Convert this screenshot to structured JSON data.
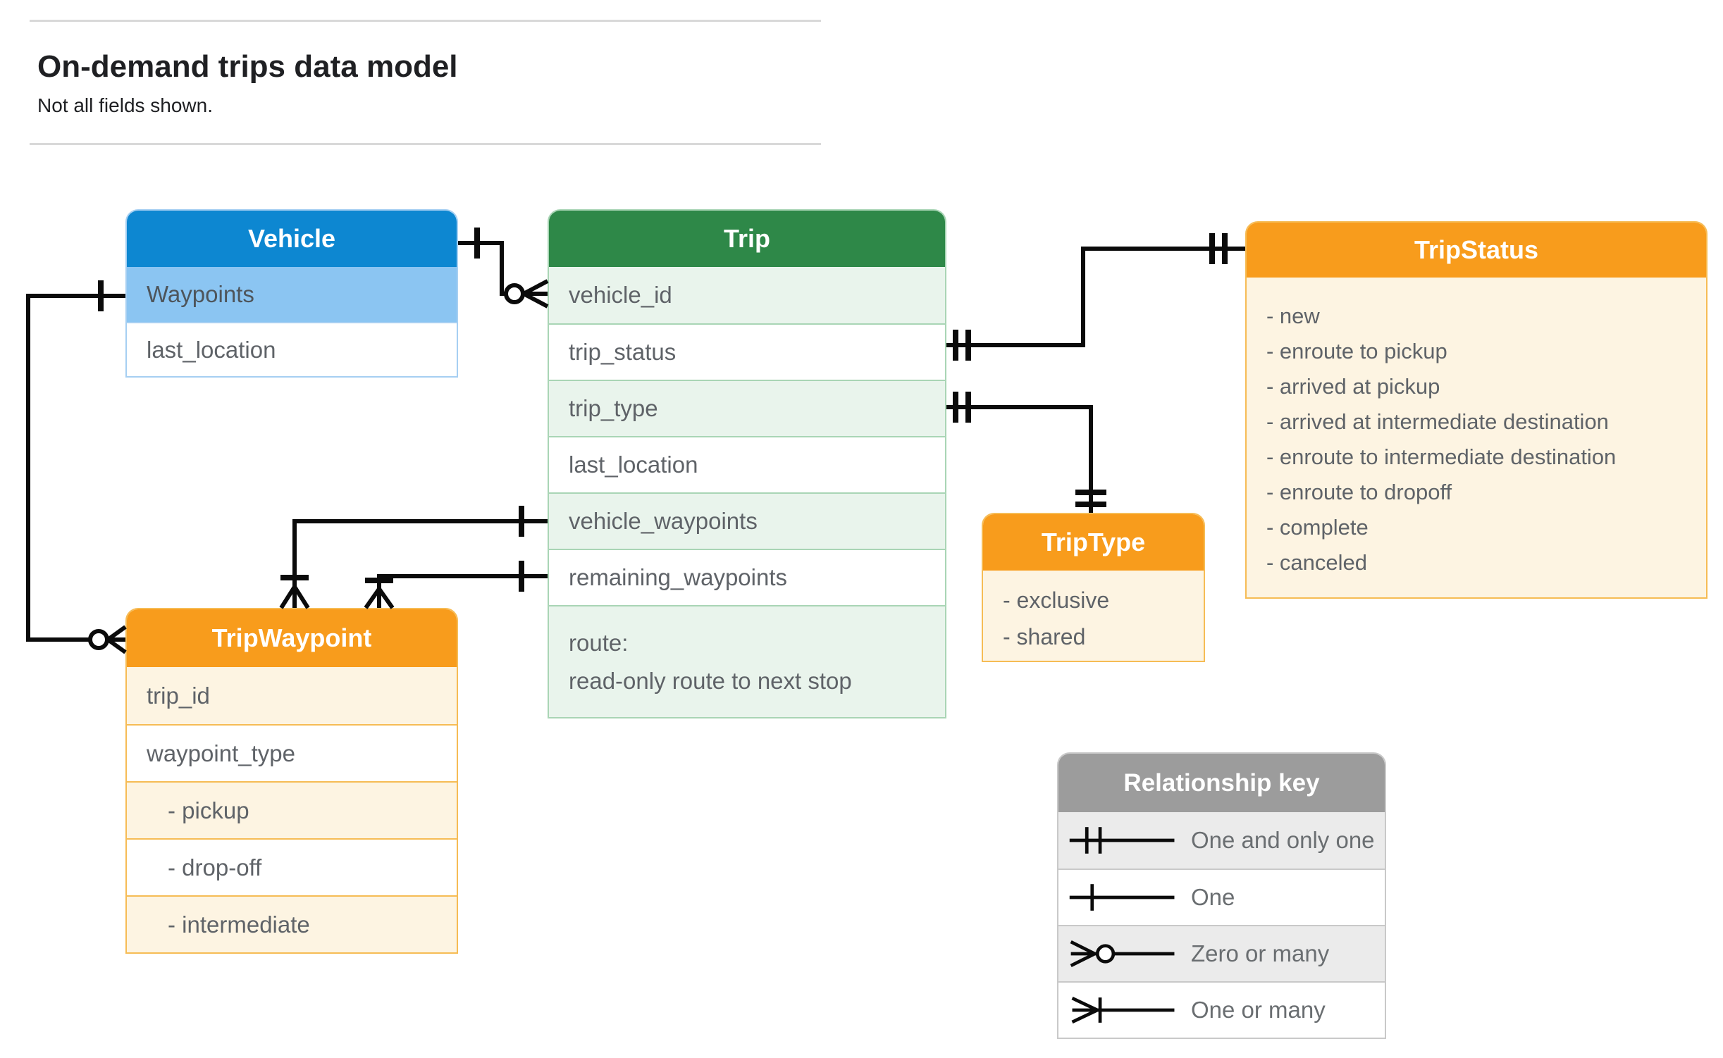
{
  "page": {
    "title": "On-demand trips data model",
    "subtitle": "Not all fields shown."
  },
  "entities": {
    "vehicle": {
      "title": "Vehicle",
      "fields": [
        {
          "label": "Waypoints"
        },
        {
          "label": "last_location"
        }
      ]
    },
    "trip": {
      "title": "Trip",
      "fields": [
        {
          "label": "vehicle_id"
        },
        {
          "label": "trip_status"
        },
        {
          "label": "trip_type"
        },
        {
          "label": "last_location"
        },
        {
          "label": "vehicle_waypoints"
        },
        {
          "label": "remaining_waypoints"
        },
        {
          "label": "route:",
          "sublabel": "read-only route to next stop"
        }
      ]
    },
    "trip_status": {
      "title": "TripStatus",
      "values": [
        "- new",
        "- enroute to pickup",
        "- arrived at pickup",
        "- arrived at intermediate destination",
        "- enroute to intermediate destination",
        "- enroute to dropoff",
        "- complete",
        "- canceled"
      ]
    },
    "trip_type": {
      "title": "TripType",
      "values": [
        "- exclusive",
        "- shared"
      ]
    },
    "trip_waypoint": {
      "title": "TripWaypoint",
      "fields": [
        {
          "label": "trip_id"
        },
        {
          "label": "waypoint_type"
        },
        {
          "label": "- pickup",
          "indent": true
        },
        {
          "label": "- drop-off",
          "indent": true
        },
        {
          "label": "- intermediate",
          "indent": true
        }
      ]
    }
  },
  "legend": {
    "title": "Relationship key",
    "items": [
      {
        "symbol": "one-and-only-one",
        "label": "One and only one"
      },
      {
        "symbol": "one",
        "label": "One"
      },
      {
        "symbol": "zero-or-many",
        "label": "Zero or many"
      },
      {
        "symbol": "one-or-many",
        "label": "One or many"
      }
    ]
  },
  "relationships": [
    {
      "from": "Vehicle",
      "to": "Trip.vehicle_id",
      "from_cardinality": "one",
      "to_cardinality": "zero-or-many"
    },
    {
      "from": "Vehicle.Waypoints",
      "to": "TripWaypoint",
      "from_cardinality": "one",
      "to_cardinality": "zero-or-many"
    },
    {
      "from": "Trip.trip_status",
      "to": "TripStatus",
      "from_cardinality": "one-and-only-one",
      "to_cardinality": "one-and-only-one"
    },
    {
      "from": "Trip.trip_type",
      "to": "TripType",
      "from_cardinality": "one-and-only-one",
      "to_cardinality": "one-and-only-one"
    },
    {
      "from": "Trip.vehicle_waypoints",
      "to": "TripWaypoint",
      "from_cardinality": "one",
      "to_cardinality": "one-or-many"
    },
    {
      "from": "Trip.remaining_waypoints",
      "to": "TripWaypoint",
      "from_cardinality": "one",
      "to_cardinality": "one-or-many"
    }
  ],
  "colors": {
    "blue_header": "#0d87d1",
    "blue_row": "#8bc5f2",
    "green_header": "#2e8848",
    "green_row": "#e9f4ec",
    "orange_header": "#f89c1c",
    "orange_row": "#fdf4e2",
    "gray_header": "#9c9c9c",
    "gray_row": "#ebebeb",
    "field_text": "#5f6368",
    "line": "#0b0b0b"
  }
}
